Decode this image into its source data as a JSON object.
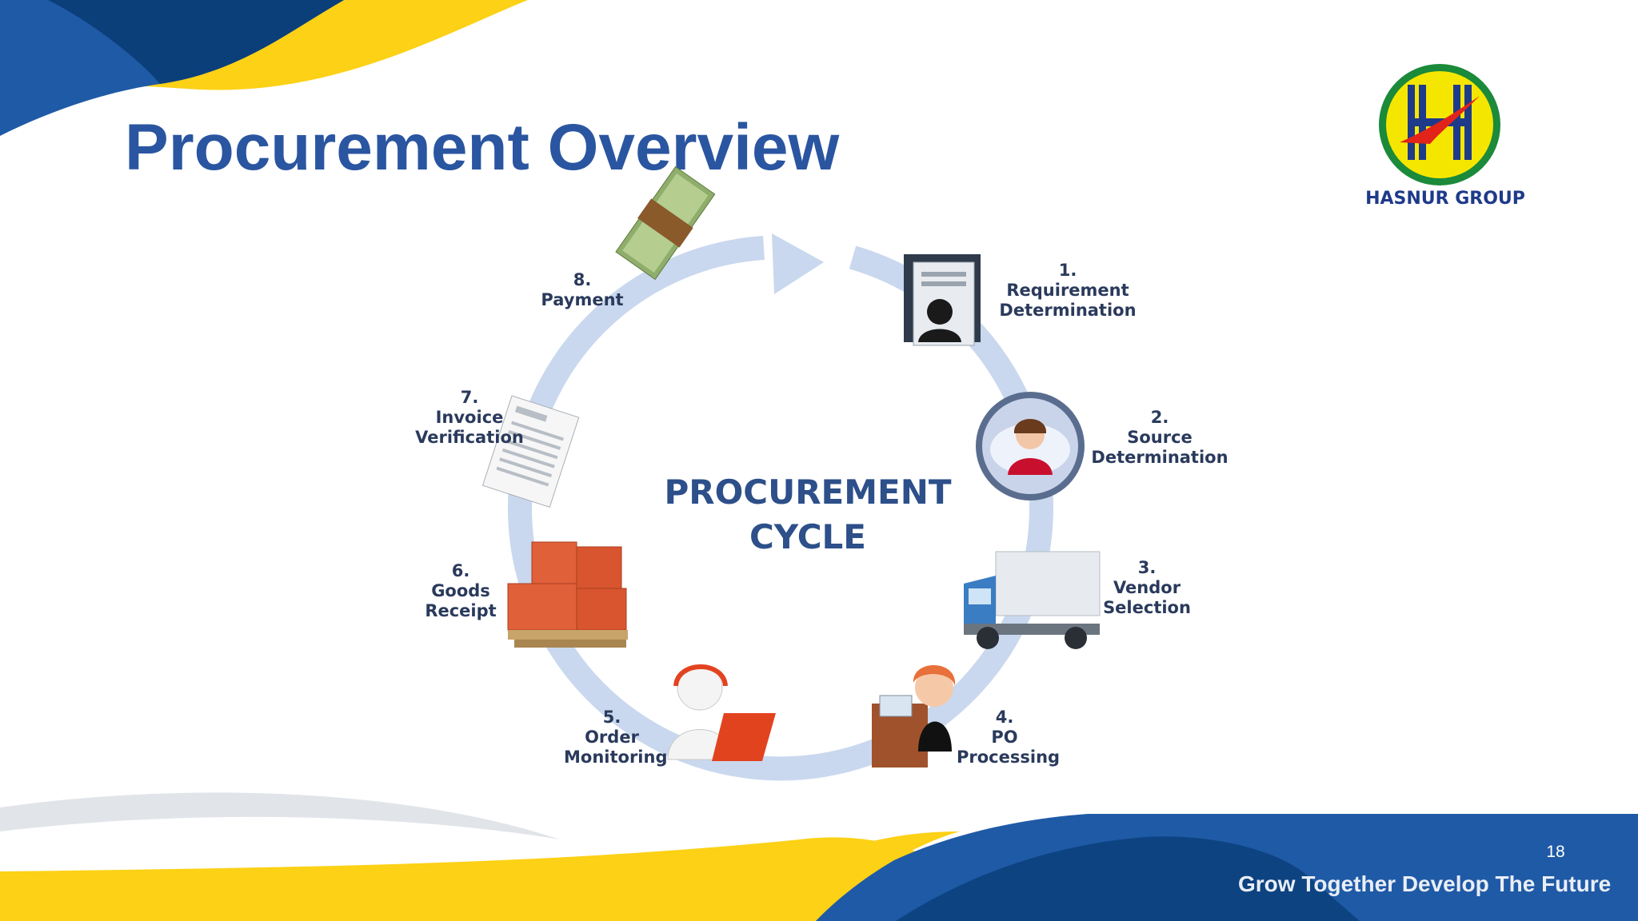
{
  "slide": {
    "title": "Procurement Overview",
    "page_number": "18",
    "tagline": "Grow Together Develop The Future"
  },
  "logo": {
    "name": "HASNUR GROUP",
    "colors": {
      "ring": "#1b8a3a",
      "fill": "#f5e600",
      "bars": "#1e3a8a",
      "swoosh": "#e2231a"
    }
  },
  "cycle": {
    "center_line1": "PROCUREMENT",
    "center_line2": "CYCLE",
    "steps": [
      {
        "number": "1.",
        "line1": "Requirement",
        "line2": "Determination",
        "icon": "document-person-icon"
      },
      {
        "number": "2.",
        "line1": "Source",
        "line2": "Determination",
        "icon": "support-agent-icon"
      },
      {
        "number": "3.",
        "line1": "Vendor",
        "line2": "Selection",
        "icon": "truck-icon"
      },
      {
        "number": "4.",
        "line1": "PO",
        "line2": "Processing",
        "icon": "office-worker-icon"
      },
      {
        "number": "5.",
        "line1": "Order",
        "line2": "Monitoring",
        "icon": "headset-laptop-icon"
      },
      {
        "number": "6.",
        "line1": "Goods",
        "line2": "Receipt",
        "icon": "boxes-pallet-icon"
      },
      {
        "number": "7.",
        "line1": "Invoice",
        "line2": "Verification",
        "icon": "invoice-icon"
      },
      {
        "number": "8.",
        "line1": "Payment",
        "line2": "",
        "icon": "money-stack-icon"
      }
    ]
  },
  "colors": {
    "brand_blue": "#1f5aa6",
    "dark_blue": "#0b3f7a",
    "brand_yellow": "#fcd116",
    "title_blue": "#2a55a0",
    "cycle_ring": "#c9d8ee"
  }
}
